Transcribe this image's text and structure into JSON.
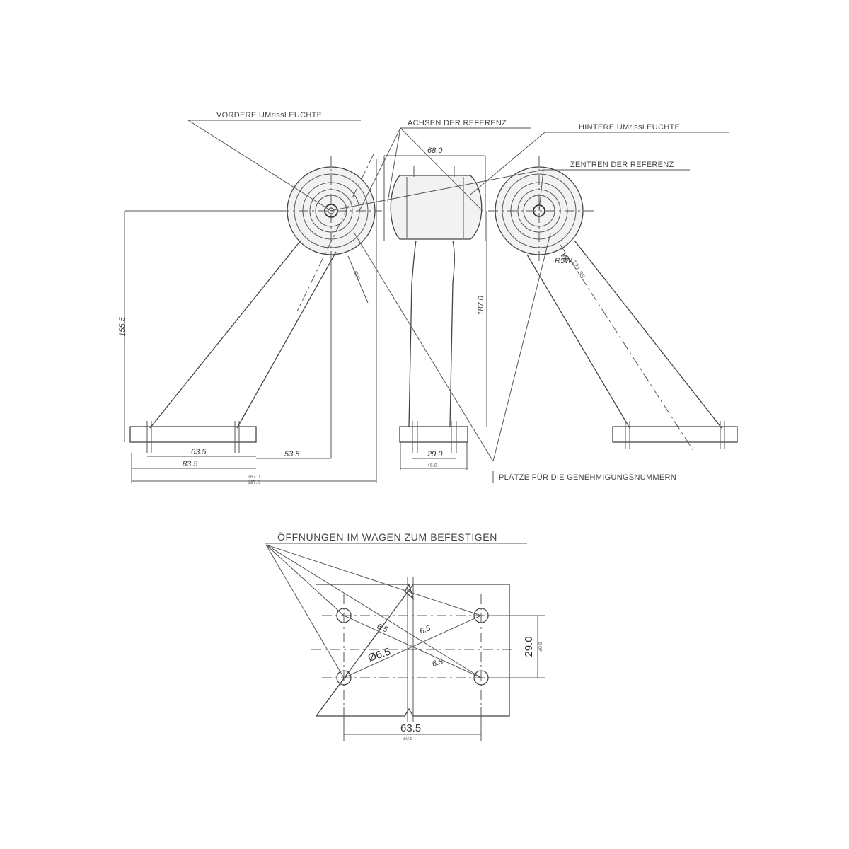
{
  "labels": {
    "front_lamp": "VORDERE UMrissLEUCHTE",
    "reference_axes": "ACHSEN DER REFERENZ",
    "rear_lamp": "HINTERE UMrissLEUCHTE",
    "reference_centers": "ZENTREN DER REFERENZ",
    "approval_places": "PLÄTZE FÜR DIE GENEHMIGUNGSNUMMERN",
    "mounting_holes": "ÖFFNUNGEN IM WAGEN ZUM BEFESTIGEN"
  },
  "dimensions": {
    "top_width": "68.0",
    "left_height": "155.5",
    "mid_height": "187.0",
    "diameter": "Ø60",
    "base_inner": "63.5",
    "base_outer": "83.5",
    "offset": "53.5",
    "overall_width": "187.0",
    "overall_width_sub": "187.0",
    "mid_base": "29.0",
    "mid_base_sub": "45.0",
    "bulb_watt": "W",
    "bulb_type": "R5W",
    "bulb_dim": "121.35",
    "hole_spacing_h": "63.5",
    "hole_spacing_h_sub": "±0.5",
    "hole_spacing_v": "29.0",
    "hole_spacing_v_sub": "±0.5",
    "hole_dia": "Ø6.5",
    "hole_label_a": "6.5",
    "hole_label_b": "6.5",
    "hole_label_c": "6.5"
  },
  "colors": {
    "line": "#444444",
    "background": "#ffffff"
  }
}
